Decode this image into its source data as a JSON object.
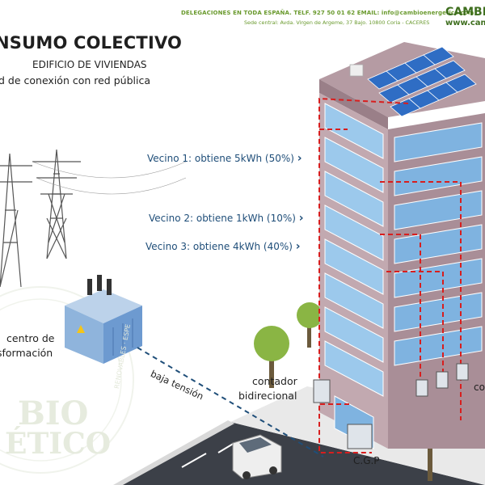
{
  "header": {
    "contact_line": "DELEGACIONES EN TODA ESPAÑA. TELF. 927 50 01 62   EMAIL: info@cambioenergetico.com",
    "address_line": "Sede central: Avda. Virgen de Argeme, 37 Bajo. 10800 Coria - CACERES",
    "brand": "CAMBIO",
    "web": "www.cambio"
  },
  "titles": {
    "main": "NSUMO COLECTIVO",
    "sub": "EDIFICIO DE VIVIENDAS",
    "sub2": "d de conexión con red pública"
  },
  "neighbors": [
    {
      "label": "Vecino 1: obtiene 5kWh (50%)"
    },
    {
      "label": "Vecino 2: obtiene 1kWh (10%)"
    },
    {
      "label": "Vecino 3: obtiene 4kWh (40%)"
    }
  ],
  "labels": {
    "centro_line1": "centro de",
    "centro_line2": "sformación",
    "baja_tension": "baja tensión",
    "contador_line1": "contador",
    "contador_line2": "bidirecional",
    "cgp": "C.G.P",
    "partial": "co"
  },
  "watermark": {
    "line1": "BIO",
    "line2": "ÉTICO",
    "ring": "RENOVABLES · ESPE"
  },
  "colors": {
    "green_brand": "#6a9a2e",
    "blue_text": "#1f4e79",
    "dashed_red": "#d81e1e",
    "building_glass": "#9cc9ec",
    "building_frame": "#c0a7ad",
    "solar_panel": "#2f6dc4"
  }
}
